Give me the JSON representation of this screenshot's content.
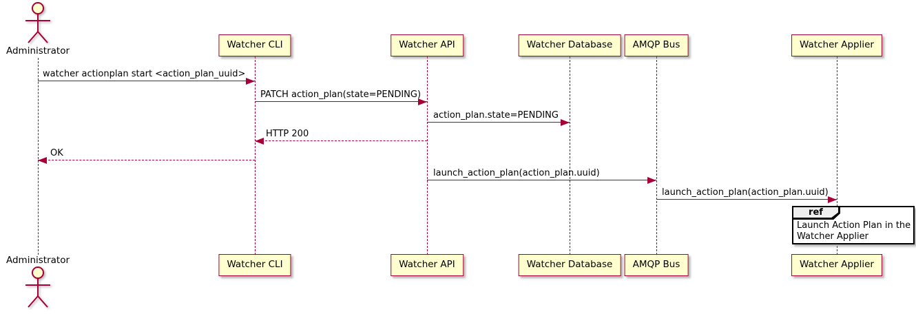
{
  "diagram": {
    "type": "uml-sequence-diagram",
    "actor": {
      "label": "Administrator"
    },
    "participants": [
      {
        "label": "Watcher CLI"
      },
      {
        "label": "Watcher API"
      },
      {
        "label": "Watcher Database"
      },
      {
        "label": "AMQP Bus"
      },
      {
        "label": "Watcher Applier"
      }
    ],
    "messages": [
      {
        "from": "Administrator",
        "to": "Watcher CLI",
        "text": "watcher actionplan start <action_plan_uuid>",
        "line": "solid"
      },
      {
        "from": "Watcher CLI",
        "to": "Watcher API",
        "text": "PATCH action_plan(state=PENDING)",
        "line": "solid"
      },
      {
        "from": "Watcher API",
        "to": "Watcher Database",
        "text": "action_plan.state=PENDING",
        "line": "solid"
      },
      {
        "from": "Watcher API",
        "to": "Watcher CLI",
        "text": "HTTP 200",
        "line": "dashed"
      },
      {
        "from": "Watcher CLI",
        "to": "Administrator",
        "text": "OK",
        "line": "dashed"
      },
      {
        "from": "Watcher API",
        "to": "AMQP Bus",
        "text": "launch_action_plan(action_plan.uuid)",
        "line": "solid"
      },
      {
        "from": "AMQP Bus",
        "to": "Watcher Applier",
        "text": "launch_action_plan(action_plan.uuid)",
        "line": "solid"
      }
    ],
    "ref_fragment": {
      "keyword": "ref",
      "line1": "Launch Action Plan in the",
      "line2": "Watcher Applier"
    },
    "colors": {
      "participant_fill": "#FEFECE",
      "stroke": "#A80036",
      "text": "#000000",
      "ref_tag_fill": "#EEEEEE",
      "ref_border": "#000000"
    }
  }
}
